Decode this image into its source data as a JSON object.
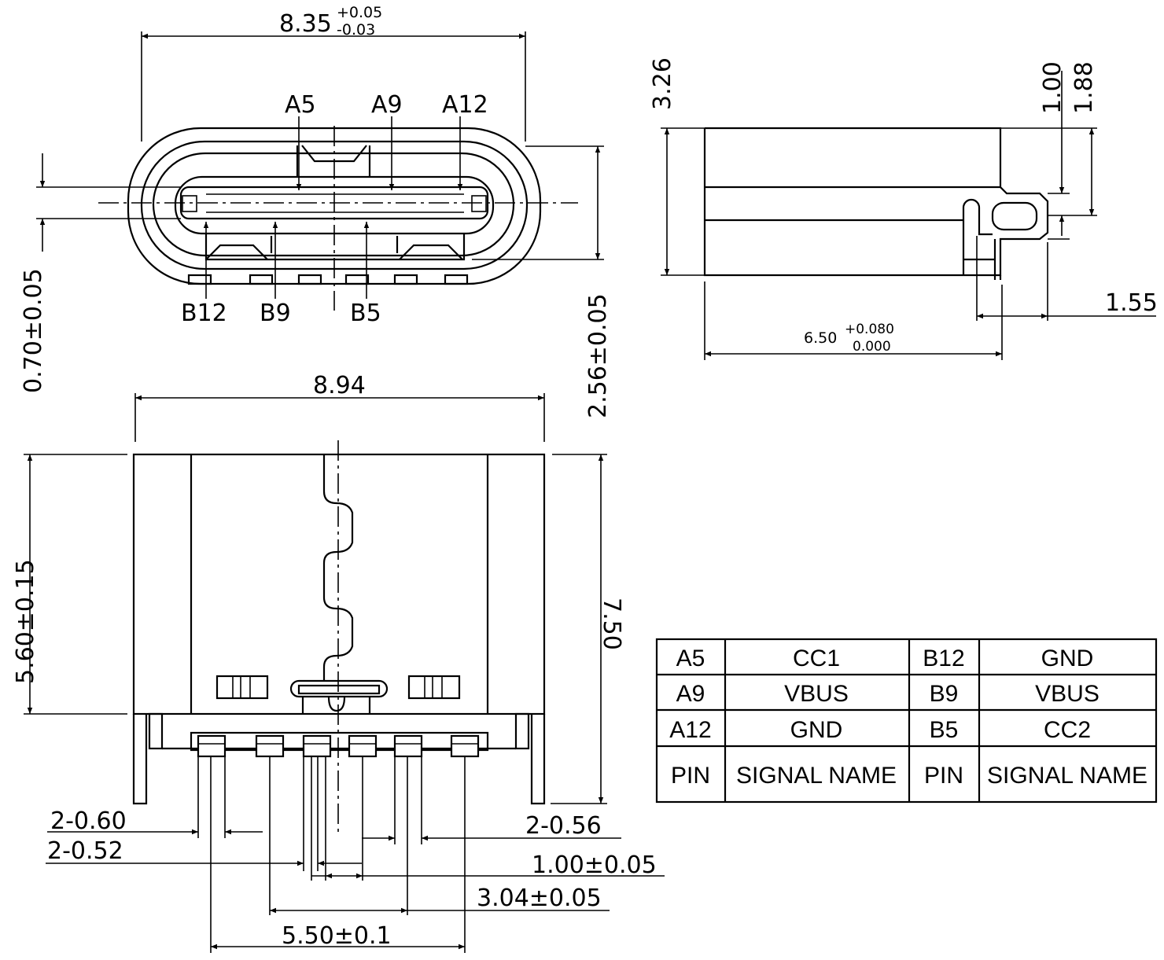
{
  "front_view": {
    "width_nominal": "8.35",
    "width_tol_plus": "+0.05",
    "width_tol_minus": "-0.03",
    "pin_labels_top": [
      "A5",
      "A9",
      "A12"
    ],
    "pin_labels_bottom": [
      "B12",
      "B9",
      "B5"
    ],
    "dim_left": "0.70±0.05",
    "dim_right": "2.56±0.05"
  },
  "side_view": {
    "height": "3.26",
    "dim_a": "1.00",
    "dim_b": "1.88",
    "dim_tab": "1.55",
    "length_nominal": "6.50",
    "length_tol_plus": "+0.080",
    "length_tol_minus": "0.000"
  },
  "top_view": {
    "width": "8.94",
    "dim_left": "5.60±0.15",
    "dim_right": "7.50",
    "dim_pad1": "2-0.60",
    "dim_pad2": "2-0.52",
    "dim_pad3": "2-0.56",
    "dim_pitch": "1.00±0.05",
    "dim_span1": "3.04±0.05",
    "dim_span2": "5.50±0.1"
  },
  "pin_table": {
    "rows": [
      {
        "pin_a": "A5",
        "sig_a": "CC1",
        "pin_b": "B12",
        "sig_b": "GND"
      },
      {
        "pin_a": "A9",
        "sig_a": "VBUS",
        "pin_b": "B9",
        "sig_b": "VBUS"
      },
      {
        "pin_a": "A12",
        "sig_a": "GND",
        "pin_b": "B5",
        "sig_b": "CC2"
      }
    ],
    "header": {
      "pin": "PIN",
      "signal": "SIGNAL NAME"
    }
  }
}
